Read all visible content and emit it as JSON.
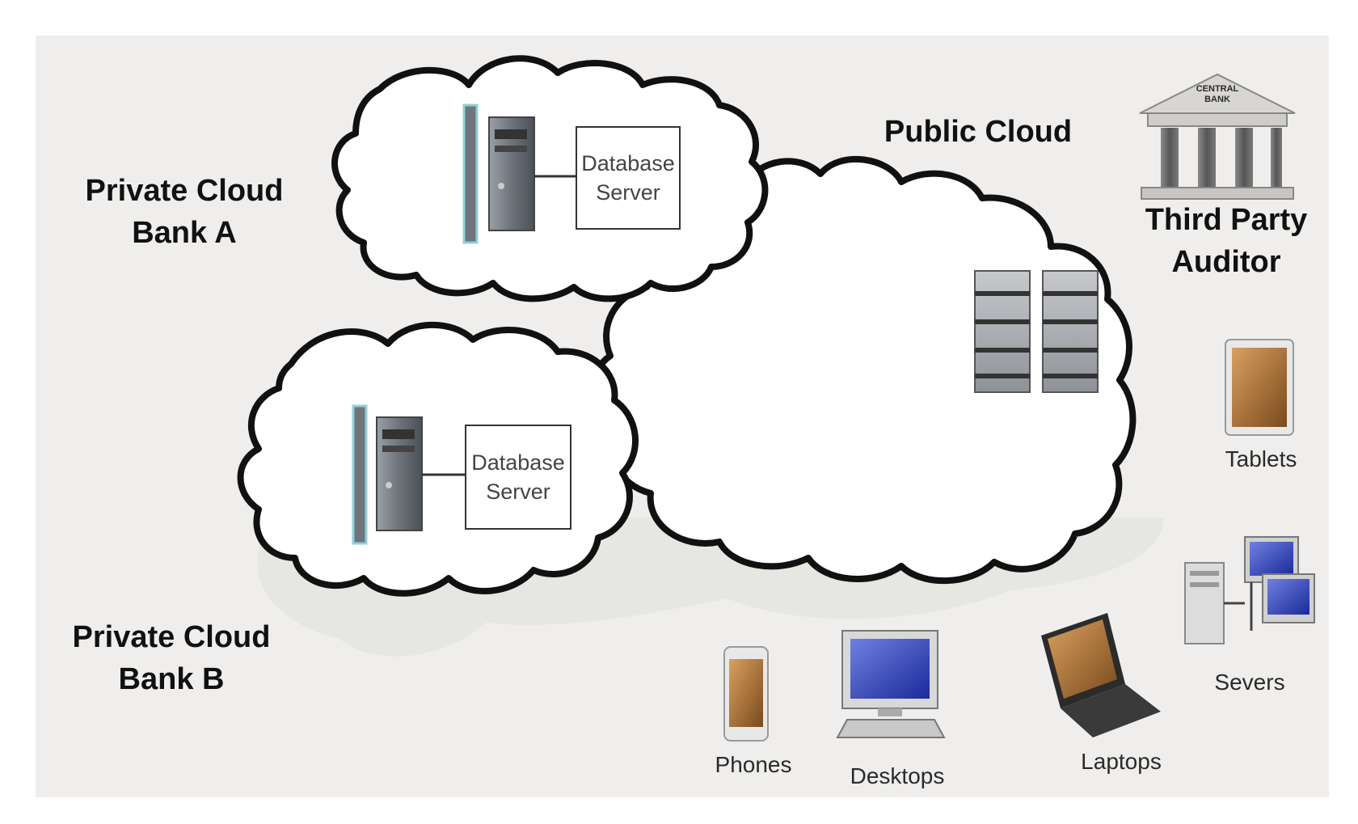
{
  "labels": {
    "private_a": "Private Cloud\nBank A",
    "private_b": "Private Cloud\nBank B",
    "public": "Public Cloud",
    "auditor": "Third Party\nAuditor",
    "db_a": "Database\nServer",
    "db_b": "Database\nServer",
    "tablets": "Tablets",
    "severs": "Severs",
    "phones": "Phones",
    "desktops": "Desktops",
    "laptops": "Laptops",
    "bank_sign": "CENTRAL\nBANK"
  },
  "icons": [
    "server-tower-icon",
    "server-rack-icon",
    "bank-building-icon",
    "tablet-icon",
    "servers-icon",
    "phone-icon",
    "desktop-icon",
    "laptop-icon"
  ]
}
